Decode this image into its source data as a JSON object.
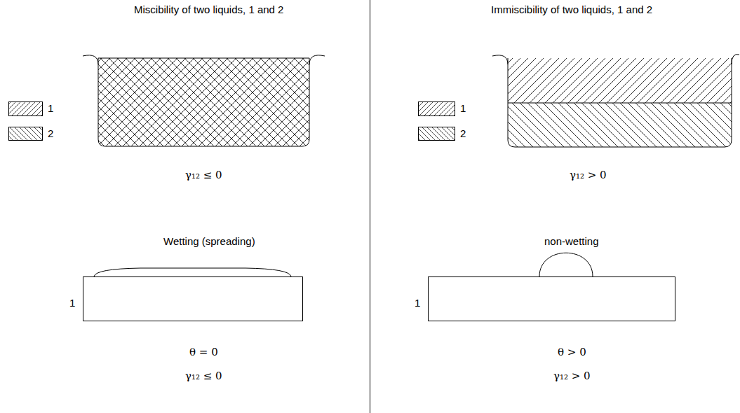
{
  "diagram": {
    "labels": [
      "Miscibility of two liquids, 1 and 2",
      "Immiscibility of two liquids, 1 and 2",
      "γ₁₂ ≤ 0",
      "γ₁₂ > 0",
      "Wetting (spreading)",
      "non-wetting",
      "1",
      "1",
      "θ = 0",
      "γ₁₂ ≤ 0",
      "θ > 0",
      "γ₁₂ > 0"
    ],
    "legend": [
      {
        "text": "1"
      },
      {
        "text": "2"
      },
      {
        "text": "1"
      },
      {
        "text": "2"
      }
    ]
  }
}
